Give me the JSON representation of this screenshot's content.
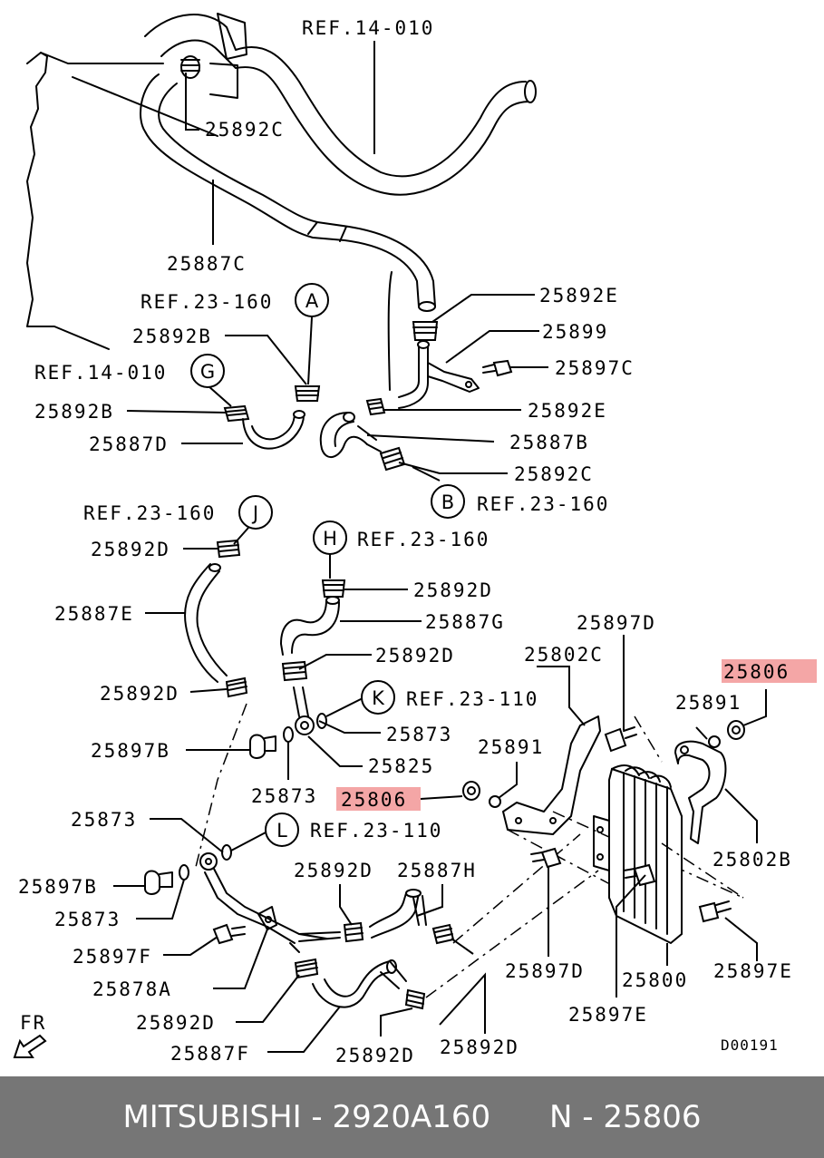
{
  "labels": {
    "ref14010_top": "REF.14-010",
    "p25892C_top": "25892C",
    "p25887C": "25887C",
    "ref23160_a": "REF.23-160",
    "circle_a": "A",
    "p25892B_1": "25892B",
    "ref14010_g": "REF.14-010",
    "circle_g": "G",
    "p25892B_2": "25892B",
    "p25887D": "25887D",
    "p25892E_1": "25892E",
    "p25899": "25899",
    "p25897C": "25897C",
    "p25892E_2": "25892E",
    "p25887B": "25887B",
    "p25892C_2": "25892C",
    "circle_b": "B",
    "ref23160_b": "REF.23-160",
    "ref23160_j": "REF.23-160",
    "circle_j": "J",
    "p25892D_j": "25892D",
    "circle_h": "H",
    "ref23160_h": "REF.23-160",
    "p25892D_h": "25892D",
    "p25887E": "25887E",
    "p25887G": "25887G",
    "p25892D_g": "25892D",
    "p25897D_top": "25897D",
    "p25802C": "25802C",
    "p25806_top": "25806",
    "p25892D_e": "25892D",
    "circle_k": "K",
    "ref23110_k": "REF.23-110",
    "p25891_r": "25891",
    "p25873_a": "25873",
    "p25897B_1": "25897B",
    "p25825": "25825",
    "p25891_l": "25891",
    "p25873_b": "25873",
    "p25806_mid": "25806",
    "p25802B": "25802B",
    "p25873_c": "25873",
    "circle_l": "L",
    "ref23110_l": "REF.23-110",
    "p25892D_m": "25892D",
    "p25887H": "25887H",
    "p25897B_2": "25897B",
    "p25873_d": "25873",
    "p25897F": "25897F",
    "p25897D_b": "25897D",
    "p25800": "25800",
    "p25897E_r": "25897E",
    "p25878A": "25878A",
    "p25892D_b1": "25892D",
    "p25897E_b": "25897E",
    "fr": "FR",
    "drawing_id": "D00191",
    "p25887F": "25887F",
    "p25892D_b2": "25892D",
    "p25892D_b3": "25892D"
  },
  "footer": {
    "brand": "MITSUBISHI",
    "part_number": "2920A160",
    "ref_number": "N - 25806"
  },
  "colors": {
    "highlight": "#f4a6a6",
    "footer_bg": "#767676"
  }
}
